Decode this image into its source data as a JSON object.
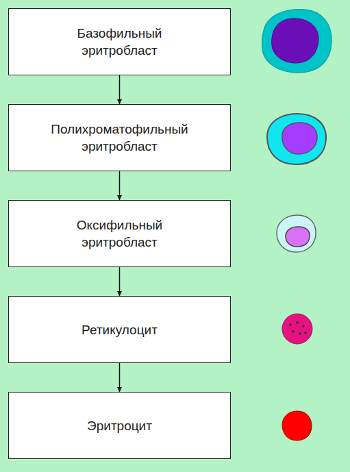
{
  "diagram": {
    "nodes": [
      {
        "text": [
          "Базофильный эритробласт"
        ]
      },
      {
        "text": [
          "Полихроматофильный эритробласт"
        ]
      },
      {
        "text": [
          "Оксифильный эритробласт"
        ]
      },
      {
        "text": [
          "Ретикулоцит"
        ]
      },
      {
        "text": [
          "Эритроцит"
        ]
      }
    ],
    "edges": [
      {
        "from": 0,
        "to": 1,
        "arrow": "to"
      },
      {
        "from": 1,
        "to": 2,
        "arrow": "to"
      },
      {
        "from": 2,
        "to": 3,
        "arrow": "to"
      },
      {
        "from": 3,
        "to": 4,
        "arrow": "to"
      }
    ]
  }
}
